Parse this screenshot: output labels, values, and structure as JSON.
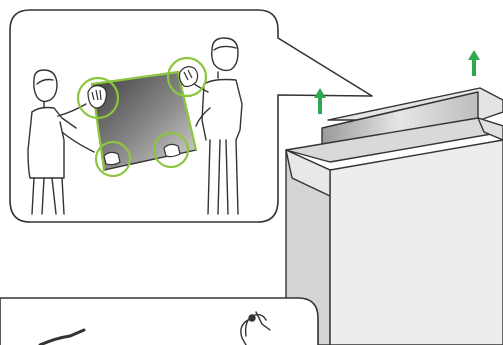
{
  "figure": {
    "kind": "manual-illustration",
    "text": []
  },
  "colors": {
    "highlight_green": "#8CC63F",
    "arrow_green": "#2FA84F",
    "outline": "#333333",
    "box_fill": "#EDEDED",
    "box_shade": "#D9D9D9",
    "panel_dark": "#4A4A4A",
    "panel_light": "#BDBDBD"
  },
  "icons": {
    "lift_arrow": "up-arrow",
    "grip_highlight": "circle-highlight"
  }
}
